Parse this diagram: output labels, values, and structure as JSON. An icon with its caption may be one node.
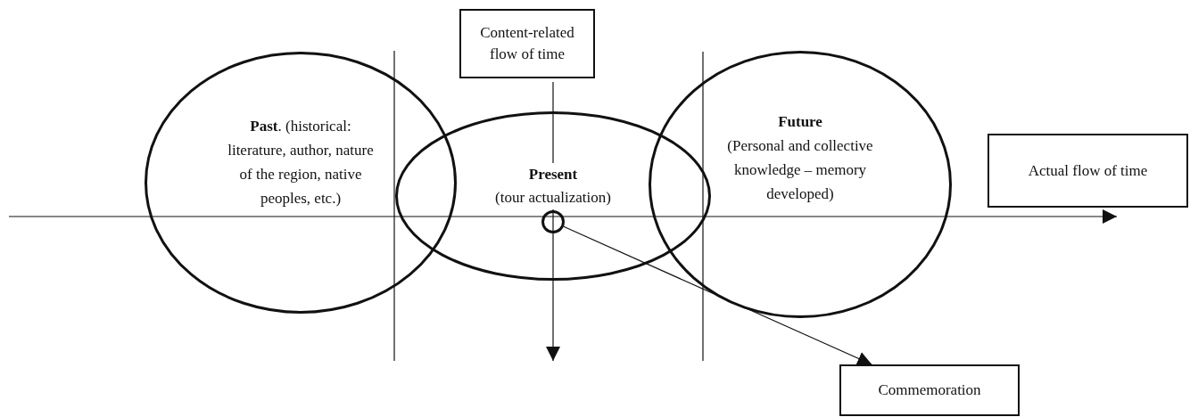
{
  "diagram": {
    "nodes": [
      {
        "text": [
          "**Past**. (historical: literature, author, nature of the region, native peoples, etc.)"
        ]
      },
      {
        "text": [
          "Present",
          "(tour actualization)"
        ]
      },
      {
        "text": [
          "Future",
          "(Personal and collective knowledge – memory developed)"
        ]
      },
      {
        "text": [
          "Content-related flow of time"
        ]
      },
      {
        "text": [
          "Actual flow of time"
        ]
      },
      {
        "text": [
          "Commemoration"
        ]
      },
      {
        "text": [],
        "shape": "circle",
        "in": 1
      }
    ],
    "edges": [
      {
        "from": 6,
        "to": 5,
        "arrow": "to"
      },
      {
        "from": 3,
        "to": null,
        "arrow": "to"
      }
    ]
  }
}
